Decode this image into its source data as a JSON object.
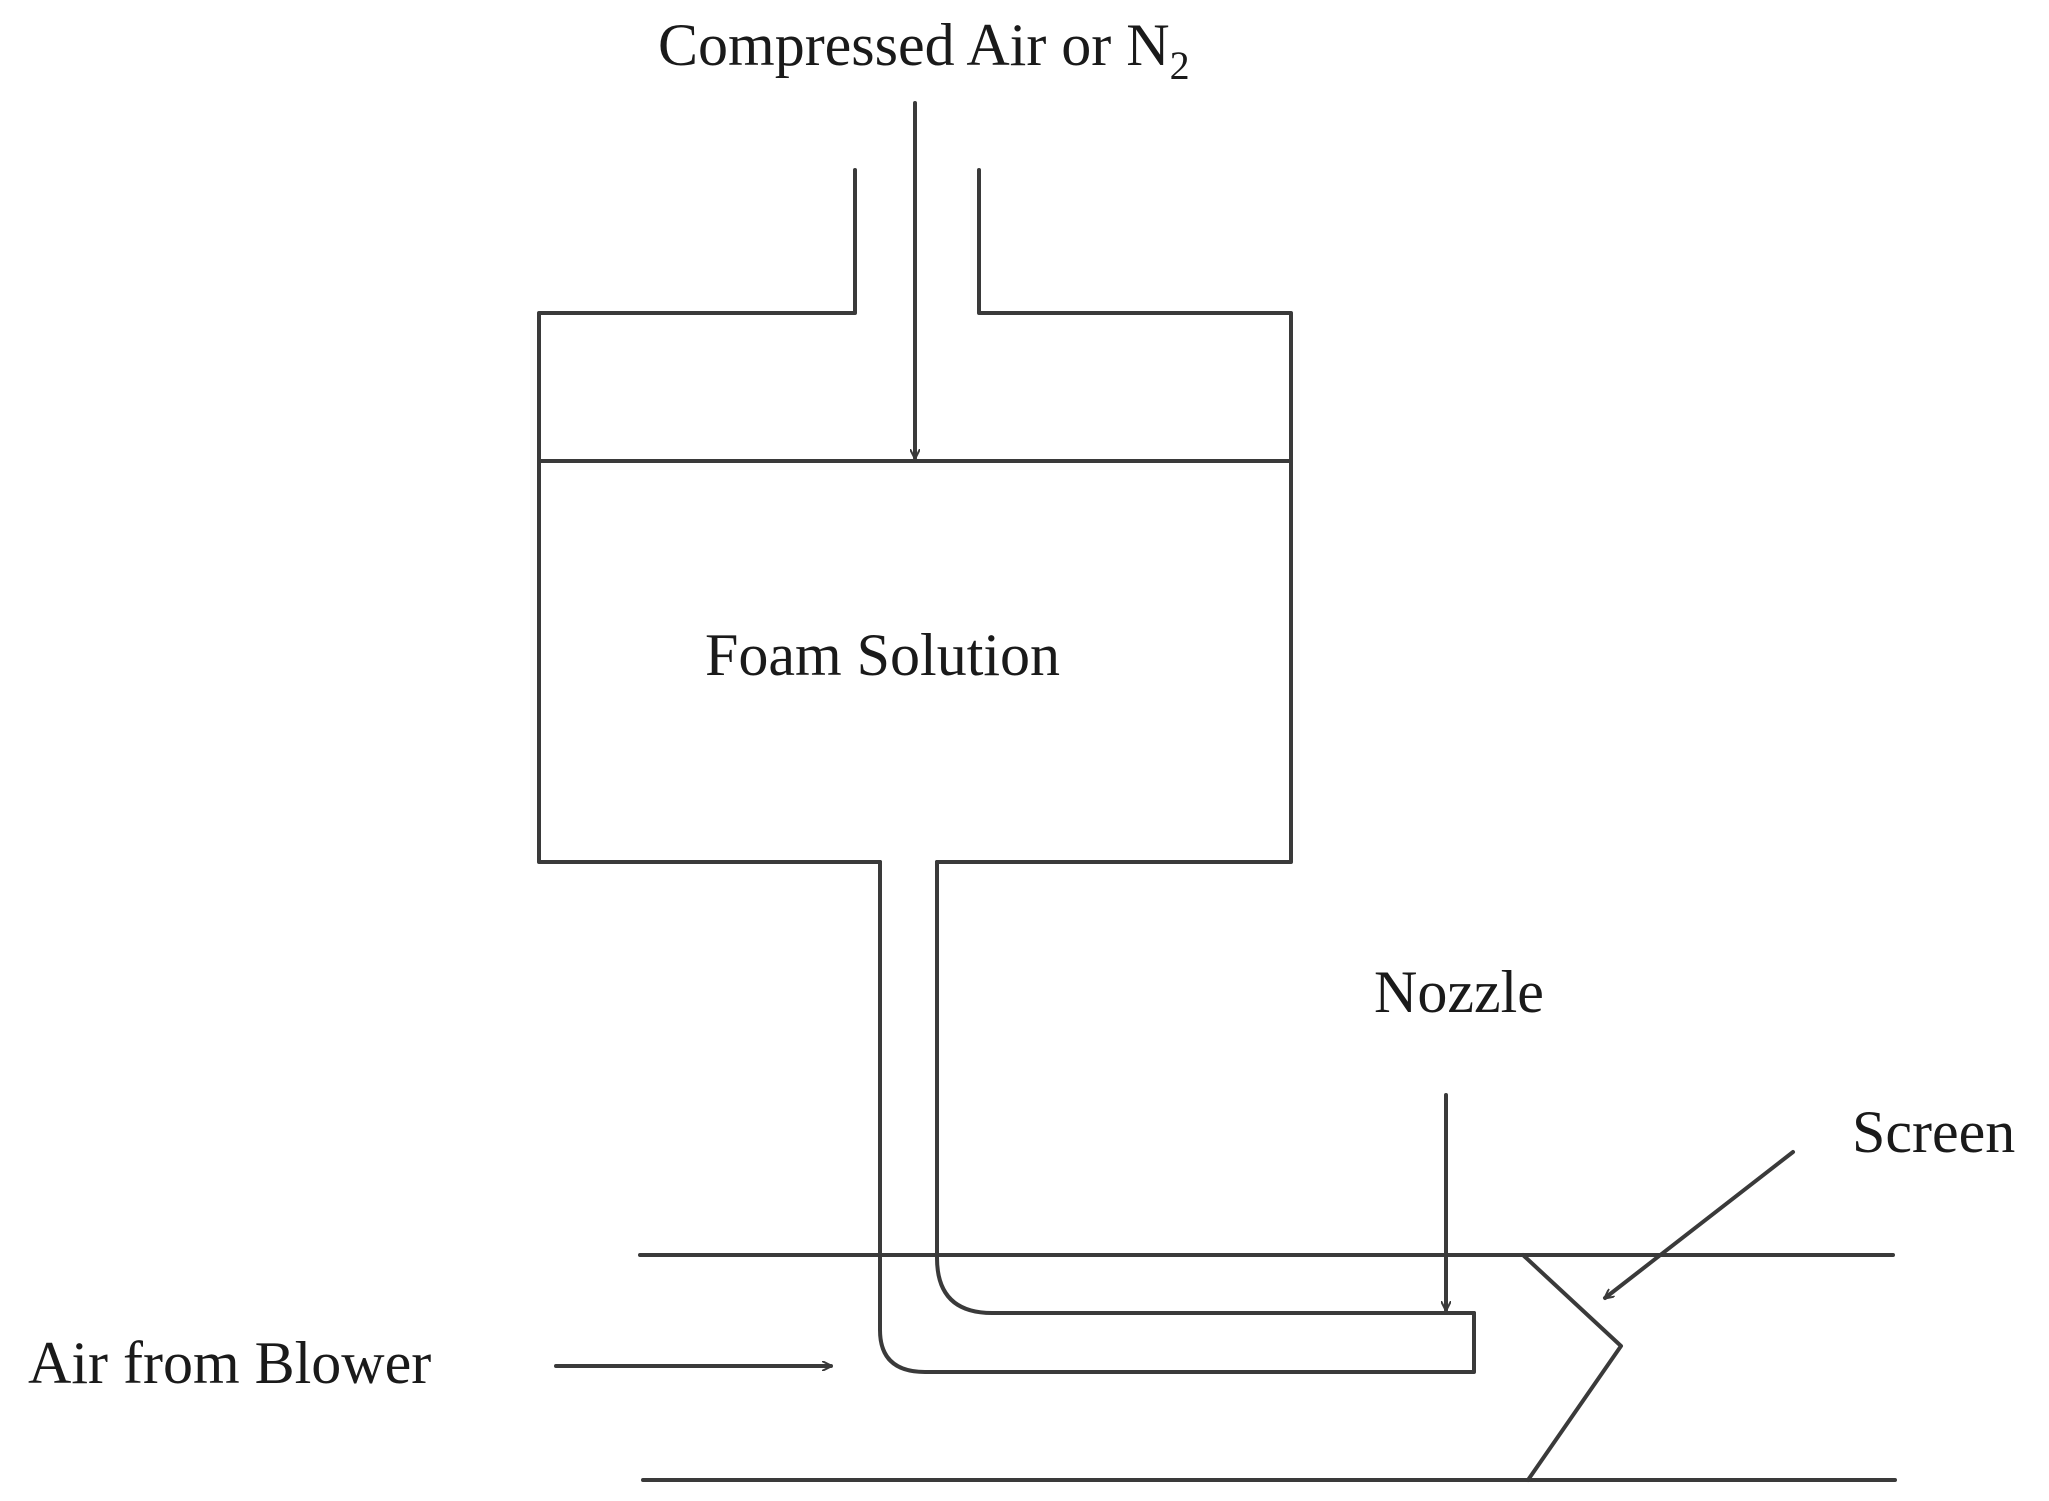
{
  "labels": {
    "compressed_gas": "Compressed Air or N",
    "compressed_gas_subscript": "2",
    "foam_solution": "Foam Solution",
    "nozzle": "Nozzle",
    "screen": "Screen",
    "air_from_blower": "Air from Blower"
  },
  "colors": {
    "line": "#3a3a3a",
    "text": "#1a1a1a",
    "background": "#ffffff"
  }
}
